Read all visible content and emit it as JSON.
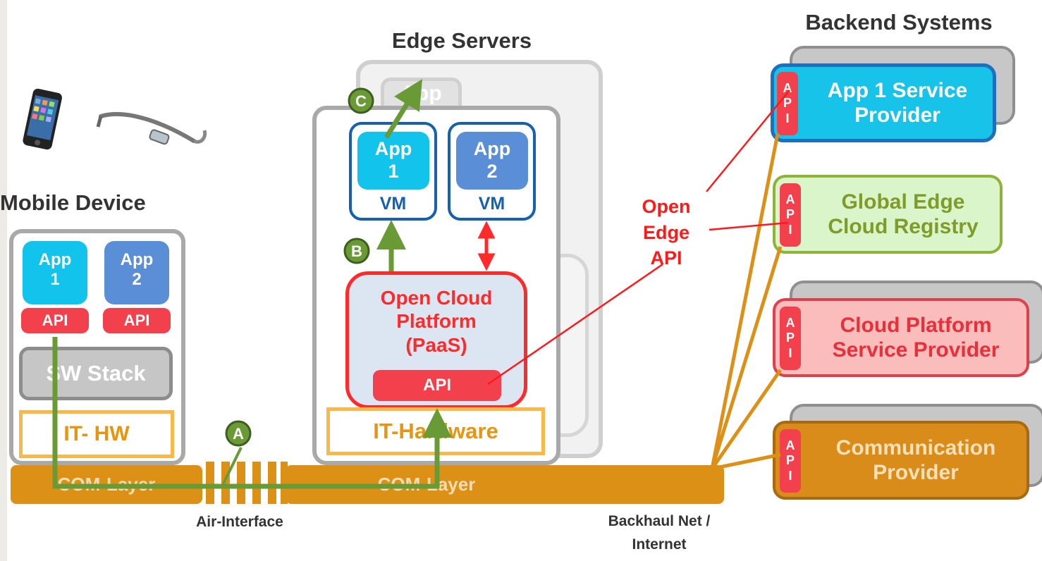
{
  "titles": {
    "edge_servers": "Edge Servers",
    "backend_systems": "Backend Systems",
    "mobile_device": "Mobile Device"
  },
  "mobile": {
    "app1": "App\n1",
    "app2": "App\n2",
    "api1": "API",
    "api2": "API",
    "sw_stack": "SW Stack",
    "it_hw": "IT- HW",
    "com_layer": "COM-Layer"
  },
  "edge": {
    "app_back": "App",
    "app1": "App\n1",
    "app2": "App\n2",
    "vm1": "VM",
    "vm2": "VM",
    "platform": "Open Cloud\nPlatform\n(PaaS)",
    "api": "API",
    "it_hardware": "IT-Hardware",
    "com_layer": "COM-Layer"
  },
  "markers": {
    "a": "A",
    "b": "B",
    "c": "C"
  },
  "open_edge_api": "Open\nEdge\nAPI",
  "air_interface": "Air-Interface",
  "backhaul": "Backhaul Net /\nInternet",
  "backend": [
    {
      "label": "App 1 Service\nProvider",
      "api": "A\nP\nI",
      "fill": "#17c3e8",
      "border": "#1f6fbf",
      "text": "#ffffff"
    },
    {
      "label": "Global Edge\nCloud Registry",
      "api": "A\nP\nI",
      "fill": "#d9f5c9",
      "border": "#8db33a",
      "text": "#7f9b2a"
    },
    {
      "label": "Cloud Platform\nService Provider",
      "api": "A\nP\nI",
      "fill": "#fbbcbc",
      "border": "#e0404a",
      "text": "#e8303a"
    },
    {
      "label": "Communication\nProvider",
      "api": "A\nP\nI",
      "fill": "#d98c1a",
      "border": "#a86a10",
      "text": "#fce0b8"
    }
  ],
  "colors": {
    "orange": "#dc9016",
    "green": "#6a9a36",
    "red": "#ff1a1a",
    "api_red": "#f2404c",
    "app_cyan": "#12c4ec",
    "app_blue": "#5a8ed6",
    "vm_border": "#1560b0"
  }
}
